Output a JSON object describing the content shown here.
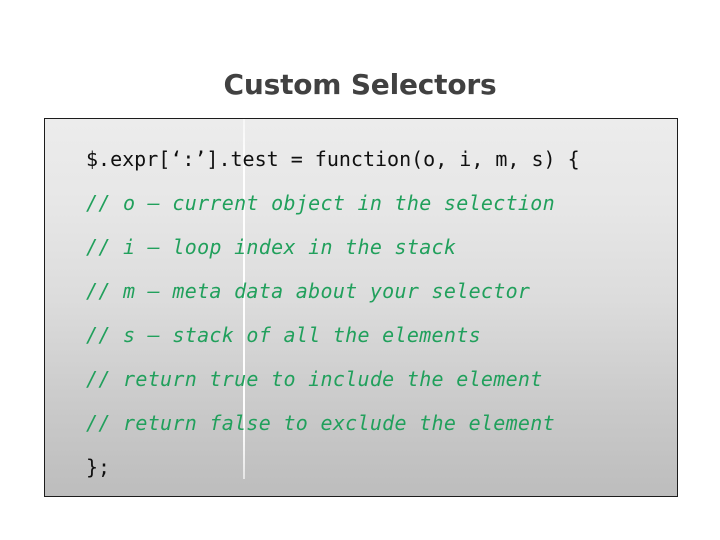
{
  "slide": {
    "title": "Custom Selectors",
    "background_color": "#ffffff",
    "title_color": "#414141"
  },
  "code_panel": {
    "border_color": "#1c1c1c",
    "gradient_top_color": "#ececec",
    "gradient_bottom_color": "#bfbfbf",
    "comment_color": "#21a05c",
    "code_color": "#101010",
    "guide_line_color": "#ffffff",
    "lines": [
      {
        "text": "$.expr[‘:’].test = function(o, i, m, s) {",
        "kind": "code"
      },
      {
        "text": "// o – current object in the selection",
        "kind": "comment"
      },
      {
        "text": "// i – loop index in the stack",
        "kind": "comment"
      },
      {
        "text": "// m – meta data about your selector",
        "kind": "comment"
      },
      {
        "text": "// s – stack of all the elements",
        "kind": "comment"
      },
      {
        "text": "// return true to include the element",
        "kind": "comment"
      },
      {
        "text": "// return false to exclude the element",
        "kind": "comment"
      },
      {
        "text": "};",
        "kind": "code"
      }
    ]
  }
}
